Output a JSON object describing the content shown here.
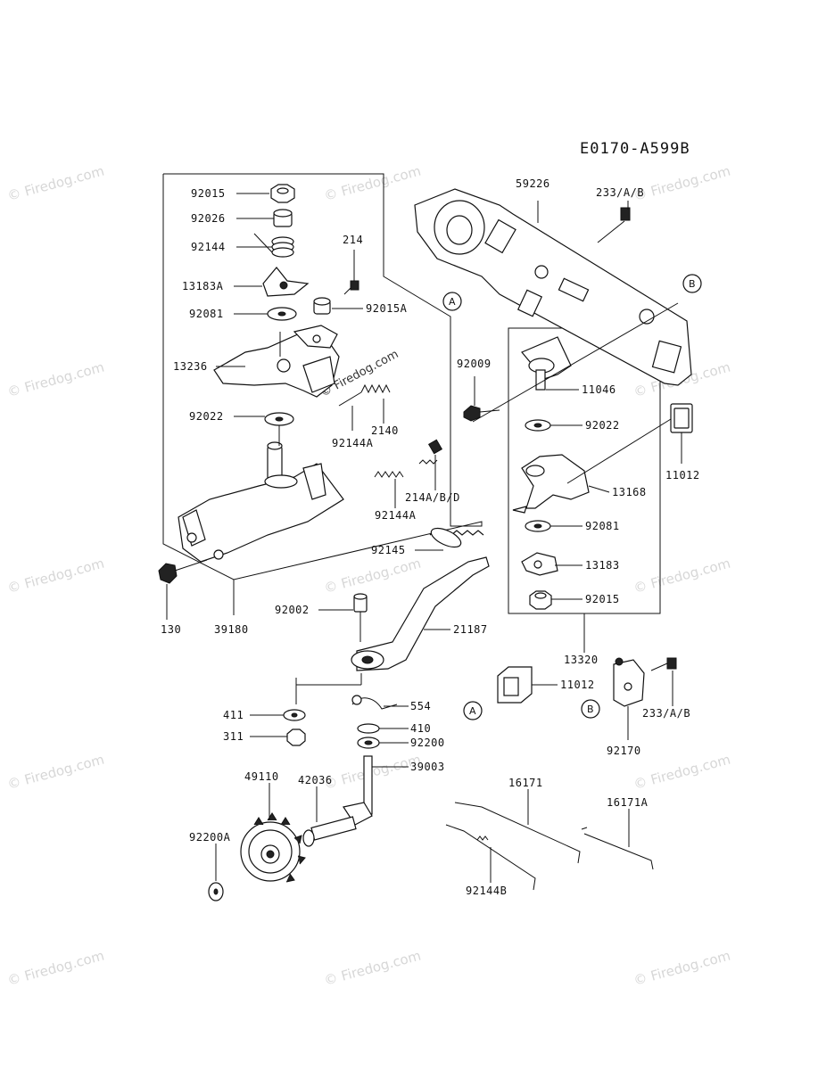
{
  "diagram_code": "E0170-A599B",
  "watermark": "© Firedog.com",
  "callouts": {
    "a": "A",
    "b": "B"
  },
  "labels": {
    "l92015": "92015",
    "l92026": "92026",
    "l92144": "92144",
    "l214": "214",
    "l13183A": "13183A",
    "l92015A": "92015A",
    "l92081a": "92081",
    "l13236": "13236",
    "l92022a": "92022",
    "l2140": "2140",
    "l92144A_1": "92144A",
    "l214ABD": "214A/B/D",
    "l92144A_2": "92144A",
    "l130": "130",
    "l39180": "39180",
    "l59226": "59226",
    "l233AB_1": "233/A/B",
    "l92009": "92009",
    "l11046": "11046",
    "l92022b": "92022",
    "l11012a": "11012",
    "l13168": "13168",
    "l92081b": "92081",
    "l13183": "13183",
    "l92015b": "92015",
    "l13320": "13320",
    "l92145": "92145",
    "l92002": "92002",
    "l21187": "21187",
    "l11012b": "11012",
    "l233AB_2": "233/A/B",
    "l92170": "92170",
    "l411": "411",
    "l554": "554",
    "l410": "410",
    "l311": "311",
    "l92200": "92200",
    "l39003": "39003",
    "l49110": "49110",
    "l42036": "42036",
    "l16171": "16171",
    "l16171A": "16171A",
    "l92200A": "92200A",
    "l92144B": "92144B"
  }
}
